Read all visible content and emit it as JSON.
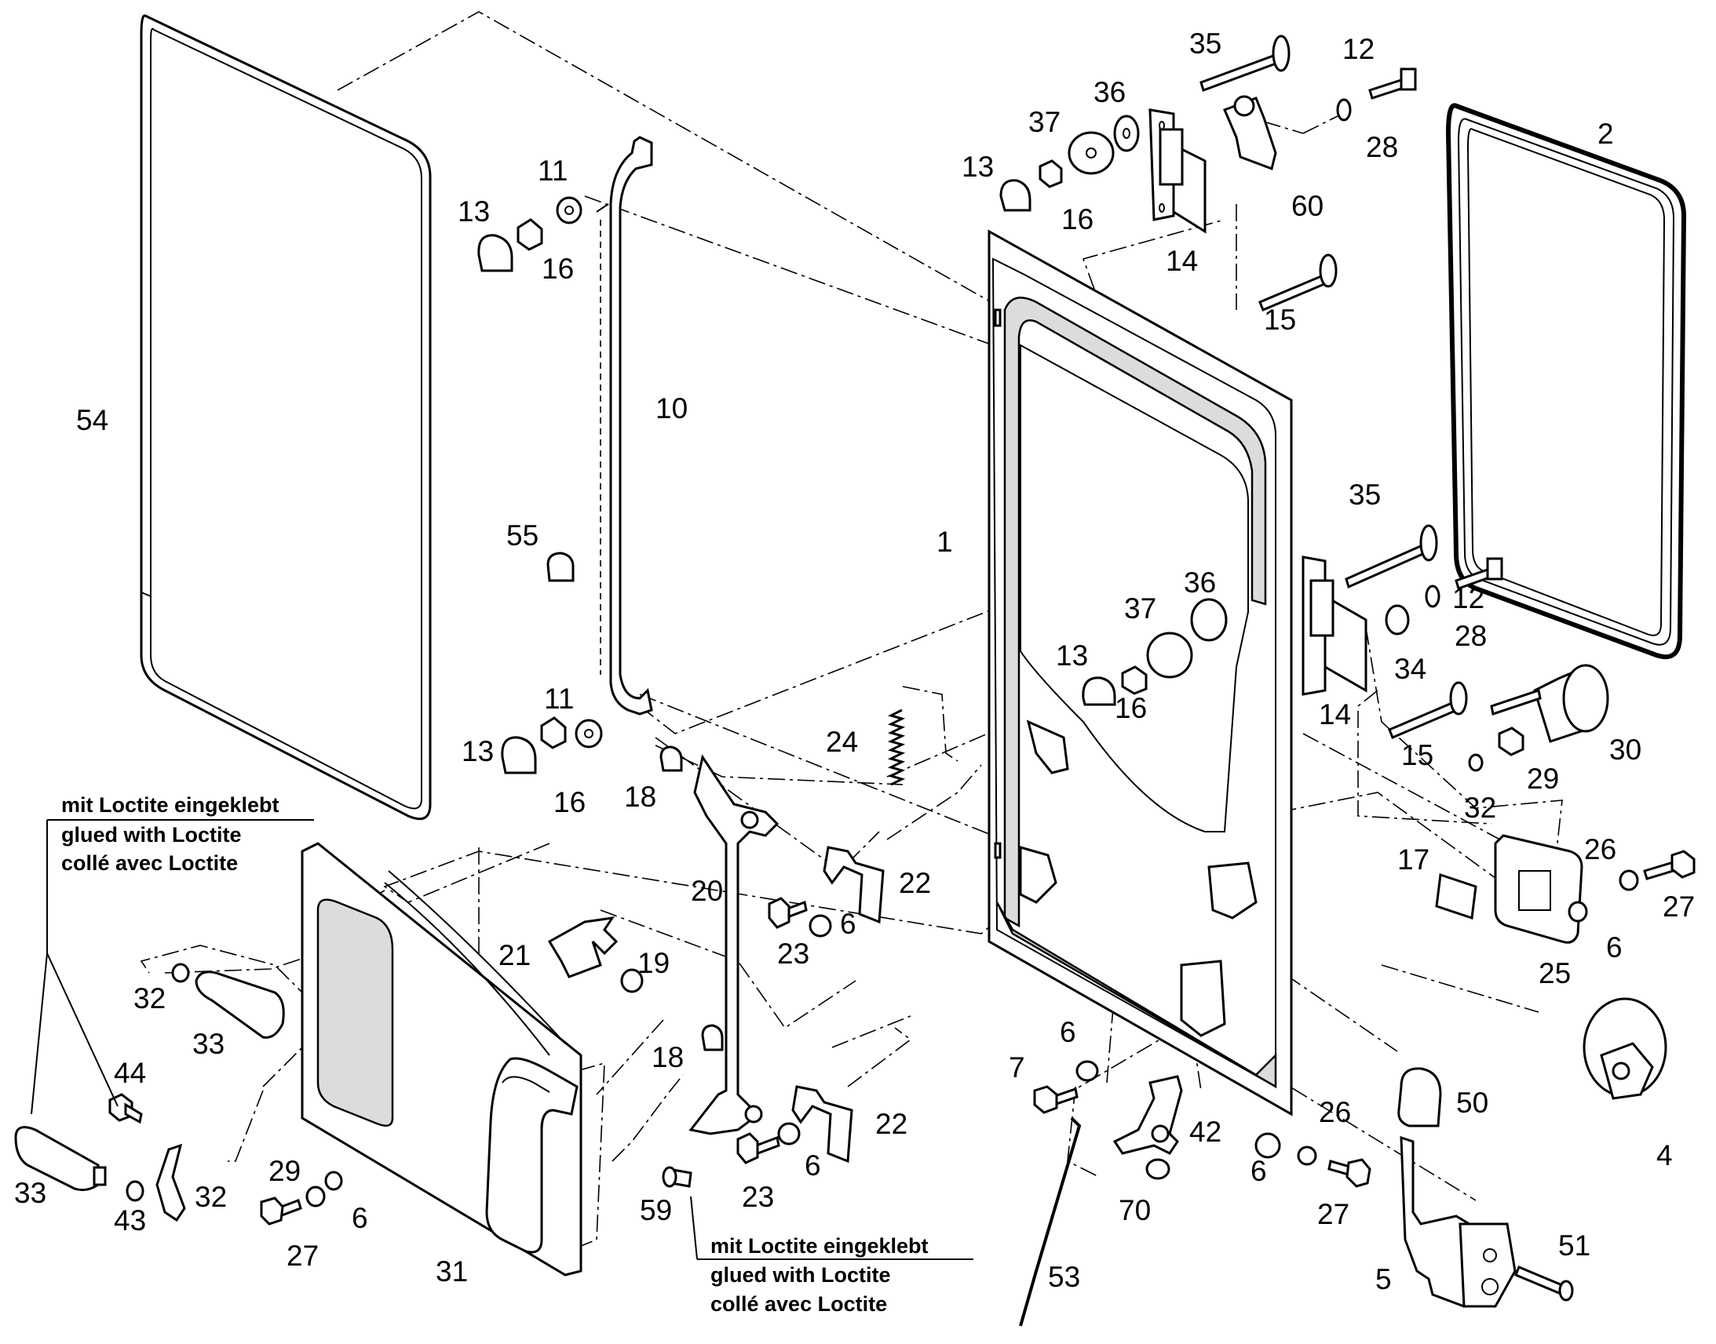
{
  "diagram": {
    "part_numbers": {
      "p1": "1",
      "p2": "2",
      "p4": "4",
      "p5": "5",
      "p6": "6",
      "p7": "7",
      "p10": "10",
      "p11": "11",
      "p12": "12",
      "p13": "13",
      "p14": "14",
      "p15": "15",
      "p16": "16",
      "p17": "17",
      "p18": "18",
      "p19": "19",
      "p20": "20",
      "p21": "21",
      "p22": "22",
      "p23": "23",
      "p24": "24",
      "p25": "25",
      "p26": "26",
      "p27": "27",
      "p28": "28",
      "p29": "29",
      "p30": "30",
      "p31": "31",
      "p32": "32",
      "p33": "33",
      "p34": "34",
      "p35": "35",
      "p36": "36",
      "p37": "37",
      "p42": "42",
      "p43": "43",
      "p44": "44",
      "p50": "50",
      "p51": "51",
      "p53": "53",
      "p54": "54",
      "p55": "55",
      "p59": "59",
      "p60": "60",
      "p70": "70"
    },
    "notes": {
      "loctite_de": "mit Loctite eingeklebt",
      "loctite_en": "glued with Loctite",
      "loctite_fr": "collé avec Loctite"
    }
  }
}
